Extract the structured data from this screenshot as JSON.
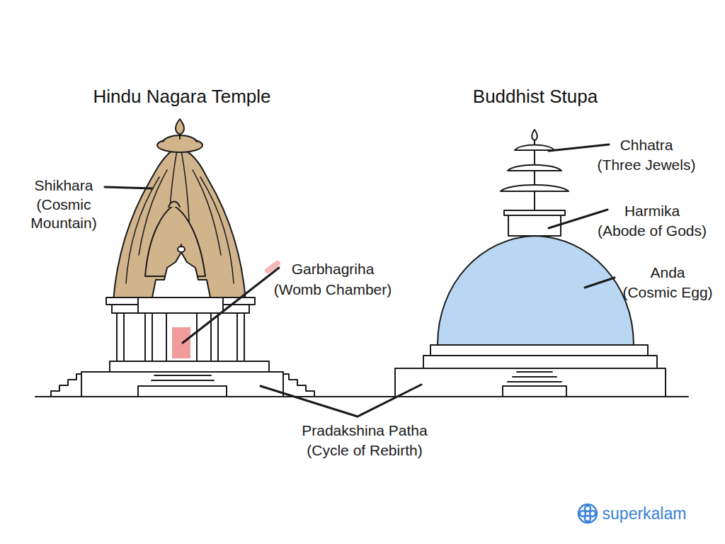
{
  "diagram": {
    "labels": [
      "Hindu Nagara Temple",
      "Buddhist Stupa",
      "Shikhara",
      "(Cosmic Mountain)",
      "Garbhagriha",
      "(Womb Chamber)",
      "Chhatra",
      "(Three Jewels)",
      "Harmika",
      "(Abode of Gods)",
      "Anda",
      "(Cosmic Egg)",
      "Pradakshina Patha",
      "(Cycle of Rebirth)",
      "superkalam"
    ]
  }
}
